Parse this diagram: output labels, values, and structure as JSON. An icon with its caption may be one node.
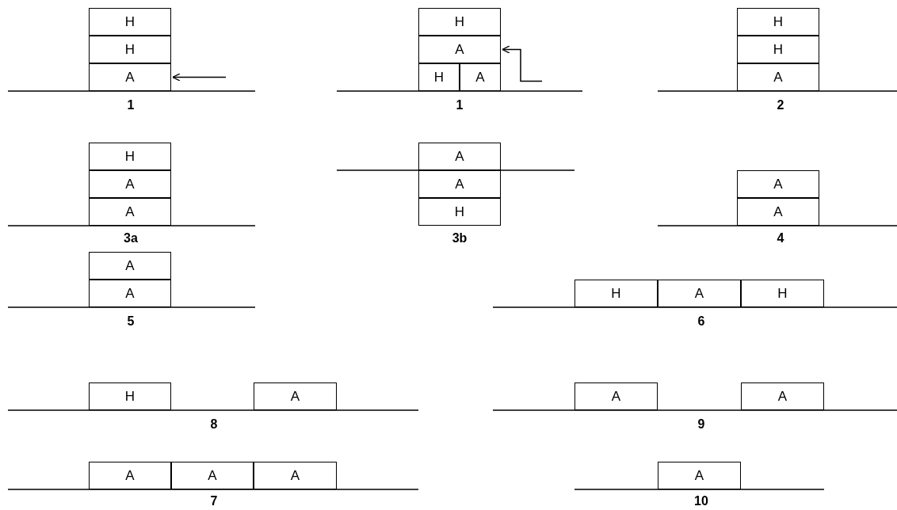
{
  "diagram": {
    "nodes": [
      {
        "text": [
          "H"
        ]
      },
      {
        "text": [
          "H"
        ]
      },
      {
        "text": [
          "A"
        ]
      },
      {
        "text": [
          "H"
        ]
      },
      {
        "text": [
          "A"
        ]
      },
      {
        "text": [
          "H"
        ]
      },
      {
        "text": [
          "A"
        ]
      },
      {
        "text": [
          "H"
        ]
      },
      {
        "text": [
          "H"
        ]
      },
      {
        "text": [
          "A"
        ]
      },
      {
        "text": [
          "H"
        ]
      },
      {
        "text": [
          "A"
        ]
      },
      {
        "text": [
          "A"
        ]
      },
      {
        "text": [
          "A"
        ]
      },
      {
        "text": [
          "A"
        ]
      },
      {
        "text": [
          "H"
        ]
      },
      {
        "text": [
          "A"
        ]
      },
      {
        "text": [
          "A"
        ]
      },
      {
        "text": [
          "A"
        ]
      },
      {
        "text": [
          "A"
        ]
      },
      {
        "text": [
          "H"
        ]
      },
      {
        "text": [
          "A"
        ]
      },
      {
        "text": [
          "H"
        ]
      },
      {
        "text": [
          "H"
        ]
      },
      {
        "text": [
          "A"
        ]
      },
      {
        "text": [
          "A"
        ]
      },
      {
        "text": [
          "A"
        ]
      },
      {
        "text": [
          "A"
        ]
      },
      {
        "text": [
          "A"
        ]
      },
      {
        "text": [
          "A"
        ]
      },
      {
        "text": [
          "A"
        ]
      }
    ],
    "edges": [
      {
        "from": null,
        "to": 2,
        "arrow": "to"
      },
      {
        "from": null,
        "to": 4,
        "arrow": "to"
      }
    ],
    "labels": [
      "1",
      "1",
      "2",
      "3a",
      "3b",
      "4",
      "5",
      "6",
      "8",
      "9",
      "7",
      "10"
    ]
  }
}
